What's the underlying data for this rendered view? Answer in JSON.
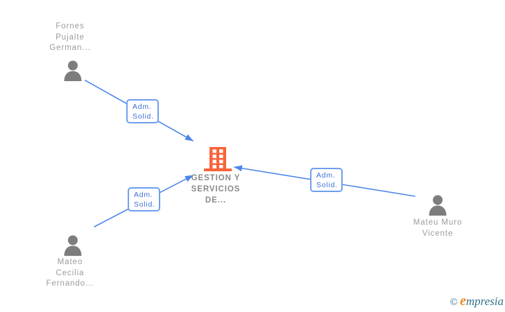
{
  "diagram": {
    "nodes": {
      "fornes": {
        "lines": [
          "Fornes",
          "Pujalte",
          "German..."
        ]
      },
      "mateo": {
        "lines": [
          "Mateo",
          "Cecilia",
          "Fernando..."
        ]
      },
      "mateu": {
        "lines": [
          "Mateu Muro",
          "Vicente"
        ]
      },
      "company": {
        "lines": [
          "GESTION Y",
          "SERVICIOS",
          "DE..."
        ]
      }
    },
    "edge_labels": {
      "e1": {
        "lines": [
          "Adm.",
          "Solid."
        ]
      },
      "e2": {
        "lines": [
          "Adm.",
          "Solid."
        ]
      },
      "e3": {
        "lines": [
          "Adm.",
          "Solid."
        ]
      }
    },
    "colors": {
      "edge": "#4d86e8",
      "label-border": "#6d9eef",
      "label-text": "#3d6fd6",
      "node-text": "#9b9b9b",
      "company-text": "#8a8a8a",
      "person-icon": "#7d7d7d",
      "building": "#f9633c",
      "brand-orange": "#f08a24",
      "brand-teal": "#2f6f8c"
    }
  },
  "footer": {
    "copyright_symbol": "©",
    "brand_e": "e",
    "brand_rest": "mpresia"
  }
}
